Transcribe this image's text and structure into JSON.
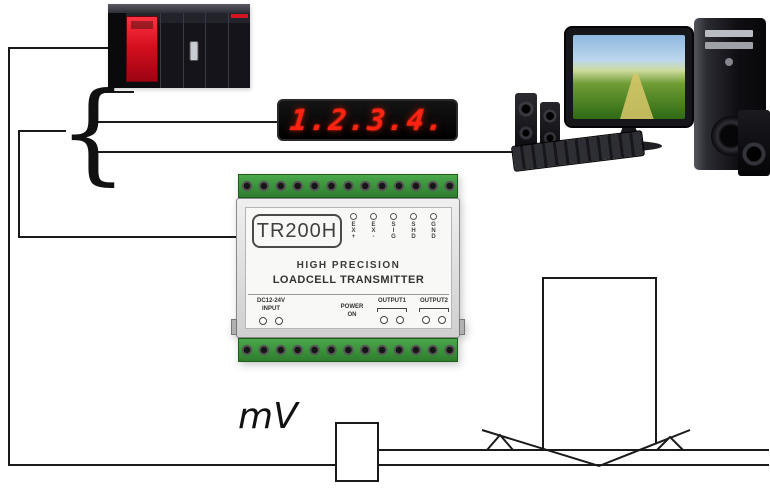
{
  "diagram": {
    "display": {
      "digits": "1.2.3.4."
    },
    "signal_label": "mV",
    "transmitter": {
      "model": "TR200H",
      "subtitle1": "HIGH PRECISION",
      "subtitle2": "LOADCELL TRANSMITTER",
      "dc_label": "DC12-24V",
      "input_label": "INPUT",
      "power_label": "POWER",
      "power_on_label": "ON",
      "output1_label": "OUTPUT1",
      "output2_label": "OUTPUT2",
      "terminals": [
        "EX+",
        "EX-",
        "SIG",
        "SHD",
        "GND"
      ]
    },
    "colors": {
      "wire": "#1a1a1a",
      "digit_red": "#ff2312",
      "terminal_green": "#3c9a3c",
      "plc_red": "#d60f1e"
    }
  }
}
